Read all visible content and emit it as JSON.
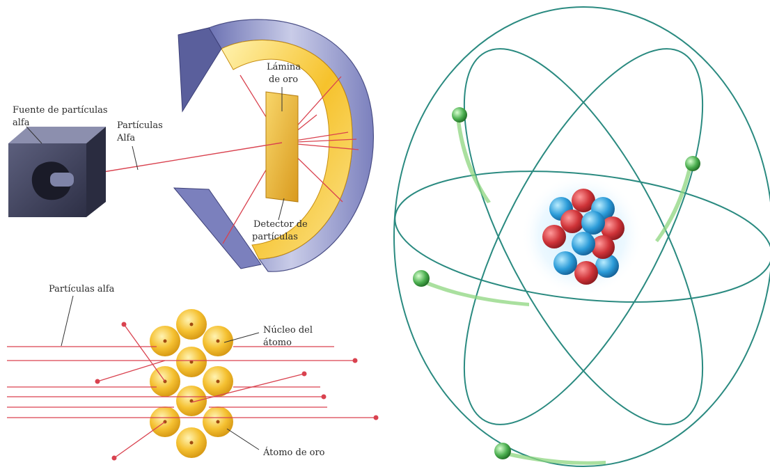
{
  "labels": {
    "source": [
      "Fuente de partículas",
      "alfa"
    ],
    "alpha_beam": [
      "Partículas",
      "Alfa"
    ],
    "gold_foil": [
      "Lámina",
      "de oro"
    ],
    "detector": [
      "Detector de",
      "partículas"
    ],
    "alpha_particles": "Partículas alfa",
    "nucleus": [
      "Núcleo del",
      "átomo"
    ],
    "gold_atom": "Átomo de oro"
  },
  "colors": {
    "ray": "#d9424f",
    "gold": "#f2b632",
    "orbit": "#2a8a80",
    "electron": "#4caf50",
    "proton": "#d23a3f",
    "neutron": "#2a9ad8",
    "box": "#3b3b52",
    "ring_outer": "#8a8fc4"
  }
}
